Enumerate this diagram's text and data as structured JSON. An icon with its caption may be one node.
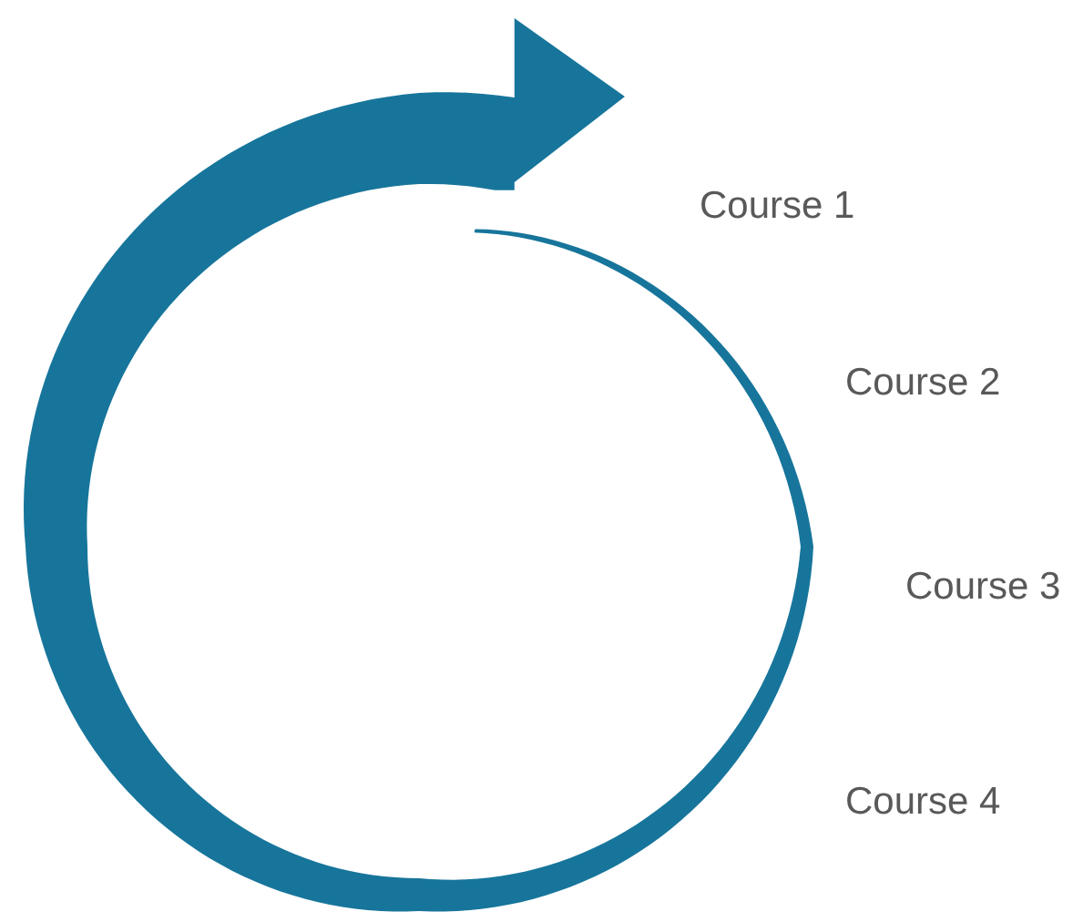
{
  "diagram": {
    "labels": [
      "Course 1",
      "Course 2",
      "Course 3",
      "Course 4"
    ]
  }
}
